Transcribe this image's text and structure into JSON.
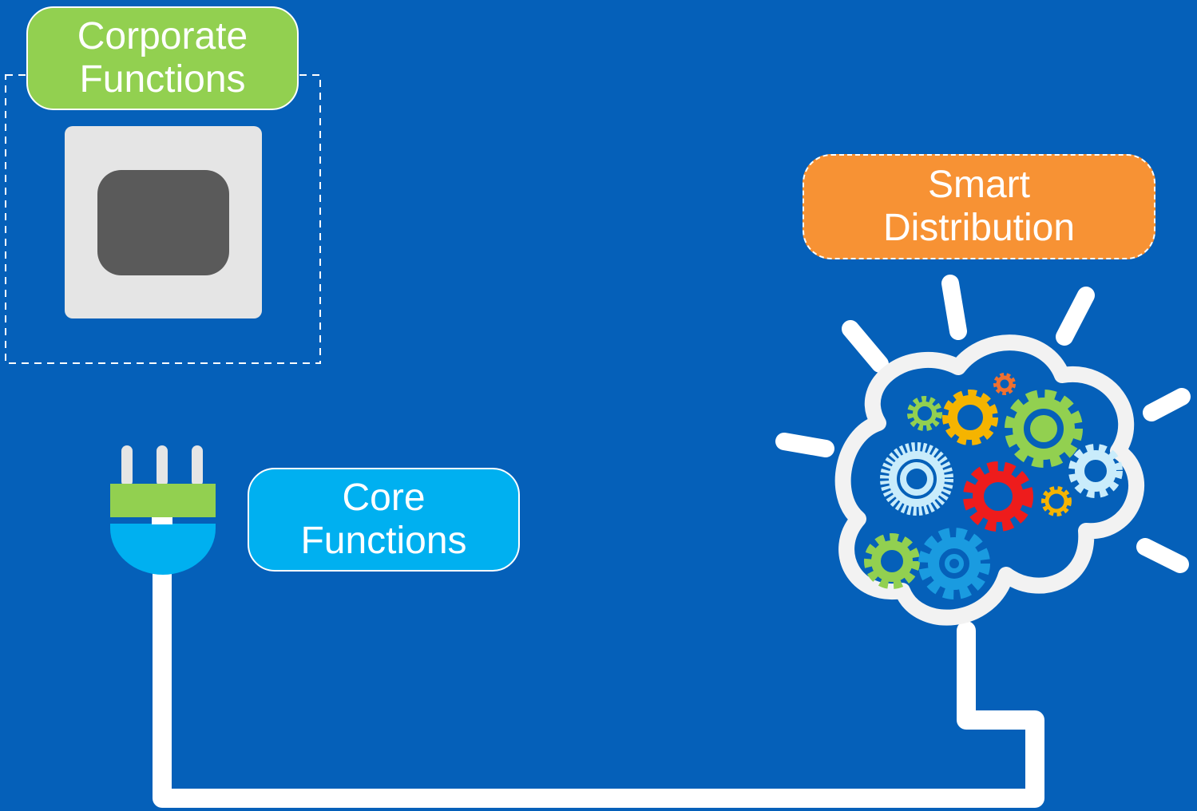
{
  "nodes": {
    "corporate": {
      "line1": "Corporate",
      "line2": "Functions",
      "color": "#92d050"
    },
    "core": {
      "line1": "Core",
      "line2": "Functions",
      "color": "#00b0f0"
    },
    "smart": {
      "line1": "Smart",
      "line2": "Distribution",
      "color": "#f79234"
    }
  },
  "colors": {
    "background": "#0560b9",
    "cable": "#ffffff",
    "outlet_face": "#e5e5e5",
    "outlet_socket": "#5a5a5a",
    "plug_band": "#92d050",
    "plug_body": "#00b0f0",
    "prongs": "#e5e5e5"
  },
  "icons": {
    "outlet": "power-outlet-icon",
    "plug": "power-plug-icon",
    "brain": "brain-gears-icon"
  }
}
